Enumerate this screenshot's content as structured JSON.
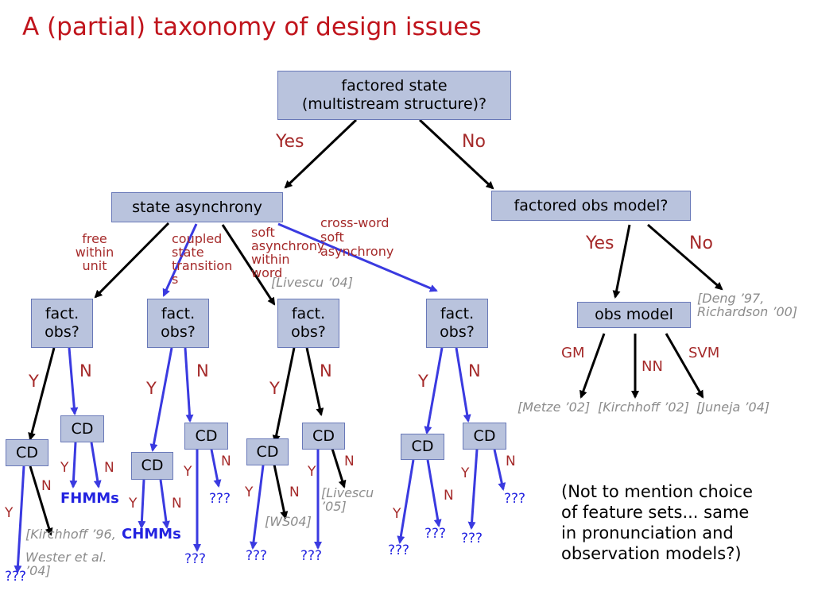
{
  "title": "A (partial) taxonomy of design issues",
  "colors": {
    "title": "#c0141c",
    "node_fill": "#b9c3dd",
    "node_border": "#6878b8",
    "edge_black": "#000000",
    "edge_blue": "#3a3ae0",
    "label_red": "#a52a2a",
    "ref_gray": "#8c8c8c"
  },
  "nodes": {
    "root_line1": "factored state",
    "root_line2": "(multistream structure)?",
    "state_async": "state asynchrony",
    "fact_obs_model": "factored obs model?",
    "fact_obs_line1": "fact.",
    "fact_obs_line2": "obs?",
    "obs_model": "obs model",
    "cd": "CD"
  },
  "edge_labels": {
    "yes": "Yes",
    "no": "No",
    "y": "Y",
    "n": "N",
    "free_within_unit": [
      "free",
      "within",
      "unit"
    ],
    "coupled_state_transitions": [
      "coupled",
      "state",
      "transition",
      "s"
    ],
    "soft_async_within_word": [
      "soft",
      "asynchrony",
      "within",
      "word"
    ],
    "cross_word_soft_async": [
      "cross-word",
      "soft",
      "asynchrony"
    ],
    "gm": "GM",
    "nn": "NN",
    "svm": "SVM"
  },
  "leaves": {
    "unknown": "???",
    "fhmms": "FHMMs",
    "chmms": "CHMMs"
  },
  "refs": {
    "livescu04": "[Livescu ’04]",
    "deng": [
      "[Deng ’97,",
      "Richardson ’00]"
    ],
    "metze": "[Metze ’02]",
    "kirchhoff02": "[Kirchhoff ’02]",
    "juneja": "[Juneja ’04]",
    "kirchhoff96": "[Kirchhoff ’96,",
    "wester": [
      "Wester et al.",
      "’04]"
    ],
    "ws04": "[WS04]",
    "livescu05": [
      "[Livescu",
      "’05]"
    ]
  },
  "note": [
    "(Not to mention choice",
    "of feature sets... same",
    "in pronunciation and",
    "observation models?)"
  ]
}
